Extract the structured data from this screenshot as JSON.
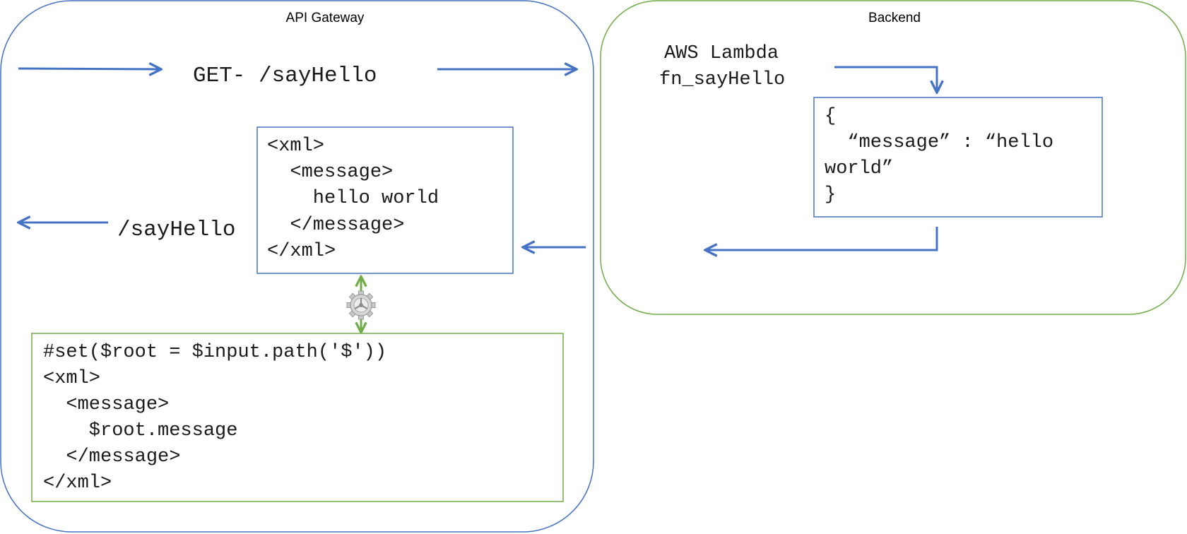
{
  "colors": {
    "gateway_border": "#4472C4",
    "backend_border": "#70AD47",
    "arrow_blue": "#4472C4",
    "arrow_green": "#70AD47",
    "template_border": "#70AD47",
    "gear_fill": "#BFBFBF"
  },
  "api_gateway": {
    "title": "API Gateway",
    "request_label": "GET- /sayHello",
    "response_label": "/sayHello",
    "xml_output": [
      "<xml>",
      "  <message>",
      "    hello world",
      "  </message>",
      "</xml>"
    ],
    "mapping_template": [
      "#set($root = $input.path('$'))",
      "<xml>",
      "  <message>",
      "    $root.message",
      "  </message>",
      "</xml>"
    ],
    "transform_icon": "gear-icon"
  },
  "backend": {
    "title": "Backend",
    "function_label": [
      "AWS Lambda",
      "fn_sayHello"
    ],
    "json_output": [
      "{",
      "  “message” : “hello",
      "world”",
      "}"
    ]
  }
}
